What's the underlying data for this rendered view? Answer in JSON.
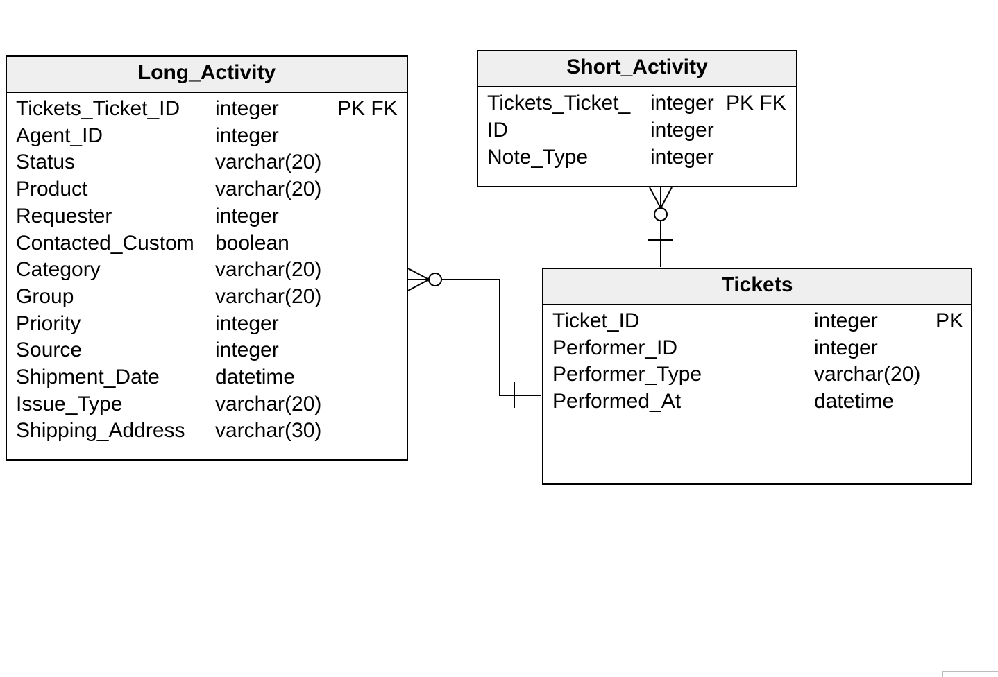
{
  "entities": {
    "long_activity": {
      "name": "Long_Activity",
      "rows": [
        {
          "col": "Tickets_Ticket_ID",
          "type": "integer",
          "key": "PK FK"
        },
        {
          "col": "Agent_ID",
          "type": "integer",
          "key": ""
        },
        {
          "col": "Status",
          "type": "varchar(20)",
          "key": ""
        },
        {
          "col": "Product",
          "type": "varchar(20)",
          "key": ""
        },
        {
          "col": "Requester",
          "type": "integer",
          "key": ""
        },
        {
          "col": "Contacted_Custom",
          "type": "boolean",
          "key": ""
        },
        {
          "col": "Category",
          "type": "varchar(20)",
          "key": ""
        },
        {
          "col": "Group",
          "type": "varchar(20)",
          "key": ""
        },
        {
          "col": "Priority",
          "type": "integer",
          "key": ""
        },
        {
          "col": "Source",
          "type": "integer",
          "key": ""
        },
        {
          "col": "Shipment_Date",
          "type": "datetime",
          "key": ""
        },
        {
          "col": "Issue_Type",
          "type": "varchar(20)",
          "key": ""
        },
        {
          "col": "Shipping_Address",
          "type": "varchar(30)",
          "key": ""
        }
      ]
    },
    "short_activity": {
      "name": "Short_Activity",
      "rows": [
        {
          "col": "Tickets_Ticket_",
          "type": "integer",
          "key": "PK FK"
        },
        {
          "col": "ID",
          "type": "integer",
          "key": ""
        },
        {
          "col": "Note_Type",
          "type": "integer",
          "key": ""
        }
      ]
    },
    "tickets": {
      "name": "Tickets",
      "rows": [
        {
          "col": "Ticket_ID",
          "type": "integer",
          "key": "PK"
        },
        {
          "col": "Performer_ID",
          "type": "integer",
          "key": ""
        },
        {
          "col": "Performer_Type",
          "type": "varchar(20)",
          "key": ""
        },
        {
          "col": "Performed_At",
          "type": "datetime",
          "key": ""
        }
      ]
    }
  },
  "relationships": [
    {
      "from": "Tickets",
      "to": "Long_Activity",
      "from_cardinality": "one",
      "to_cardinality": "zero-or-many"
    },
    {
      "from": "Tickets",
      "to": "Short_Activity",
      "from_cardinality": "one",
      "to_cardinality": "zero-or-many"
    }
  ]
}
